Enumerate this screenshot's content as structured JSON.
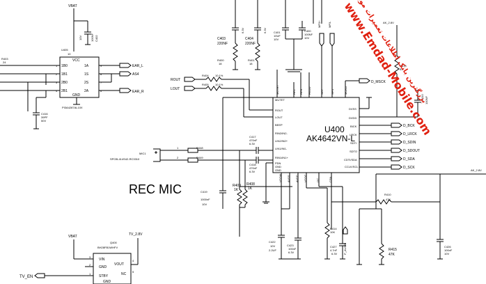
{
  "u405": {
    "power": "VBAT",
    "ref": "U405",
    "part": "PI3A4287AL10X",
    "vcc": "VCC",
    "gnd": "GND",
    "pin_vcc": "10",
    "left_pins": [
      {
        "num": "1",
        "name": "1B0"
      },
      {
        "num": "2",
        "name": "1B1"
      },
      {
        "num": "3",
        "name": "2B0"
      },
      {
        "num": "4",
        "name": "2B1"
      }
    ],
    "right_pins": [
      {
        "num": "9",
        "name": "1A"
      },
      {
        "num": "8",
        "name": "1S"
      },
      {
        "num": "7",
        "name": "2S"
      },
      {
        "num": "6",
        "name": "2A"
      }
    ],
    "outputs": [
      "EAR_L",
      "AS4",
      "EAR_R"
    ]
  },
  "r403": {
    "ref": "R403",
    "val": "24"
  },
  "c402": {
    "ref": "C402",
    "val": "100NF",
    "v": "10V"
  },
  "c416": {
    "ref": "C416",
    "val": "39PF",
    "v": "50V"
  },
  "c403": {
    "ref": "C403",
    "val": "220NF",
    "v": "6.3V"
  },
  "c404": {
    "ref": "C404",
    "val": "220NF",
    "v": "6.3V"
  },
  "r400": {
    "ref": "R400",
    "val": "18"
  },
  "r401": {
    "ref": "R401",
    "val": "18"
  },
  "c401": {
    "ref": "C401",
    "val": "10UF",
    "v": "10V"
  },
  "c400": {
    "ref": "C400",
    "val": "100NF",
    "v": "10V"
  },
  "mp_labels": [
    "MP3+",
    "MP3-"
  ],
  "r404": {
    "ref": "R404",
    "val": "10.1%"
  },
  "r405": {
    "ref": "R405",
    "val": "10.1%"
  },
  "rout": "ROUT",
  "lout": "LOUT",
  "u400": {
    "ref": "U400",
    "part": "AK4642VN-L",
    "top_pins": [
      "MUTET",
      "HPL",
      "HPR",
      "HVDD",
      "SPP",
      "SPN",
      "MCKO"
    ],
    "left_pins": [
      "ROUT",
      "LOUT",
      "BEEP",
      "RIN2/IN2-",
      "LIN2/IN2+",
      "LIN1/IN1-",
      "RIN1/IN1+",
      "PDN",
      "GND",
      "GND"
    ],
    "right_pins": [
      "DVSS",
      "DVDD",
      "BICK",
      "LRCK",
      "SDTI",
      "SDTO",
      "CDTI/SDA",
      "CCLK/SCL"
    ],
    "bottom_pins": [
      "VCOM",
      "AVSS",
      "AVDD",
      "VCOC",
      "I2C",
      "CSN"
    ]
  },
  "digital_nets": [
    "D_MSCK",
    "D_BCK",
    "D_LRCK",
    "D_SDIN",
    "D_SDOUT",
    "D_SDA",
    "D_SCK"
  ],
  "power_rails": [
    "AK_2.8V",
    "AK_2.8V"
  ],
  "r413": {
    "ref": "R413",
    "val": "51"
  },
  "c410": {
    "ref": "C410",
    "val": "100NF"
  },
  "mic1": {
    "ref": "MIC1",
    "part": "SPOB-414S42-RC3310"
  },
  "r448": "R448",
  "r449": "R449",
  "c417": {
    "ref": "C417",
    "val": "470nF",
    "v": "6.3V"
  },
  "c418": {
    "ref": "C418",
    "val": "470nF",
    "v": "6.3V"
  },
  "c419": {
    "ref": "C419",
    "val": "1000nF",
    "v": "10V"
  },
  "r409": {
    "ref": "R409",
    "val": "1K"
  },
  "r408": {
    "ref": "R408",
    "val": "1K"
  },
  "rec_mic": "REC MIC",
  "r410": {
    "ref": "R410",
    "val": "47K"
  },
  "r414": {
    "ref": "R414",
    "val": "10K"
  },
  "c422": {
    "ref": "C422",
    "val": "2.2UF",
    "v": "10V"
  },
  "c423": {
    "ref": "C423",
    "val": "100nF",
    "v": "6.3V"
  },
  "c427": {
    "ref": "C427",
    "val": "4.7nF",
    "v": "6.3V"
  },
  "p_audio": "P_AUDIE",
  "r415": {
    "ref": "R415",
    "val": "47K"
  },
  "c426": {
    "ref": "C426",
    "val": "100nF",
    "v": "10V"
  },
  "q400": {
    "power_in": "VBAT",
    "power_out": "TV_2.8V",
    "ref": "Q400",
    "part": "BH28FB1WHFV",
    "pins_left": [
      {
        "num": "3",
        "name": "VIN"
      },
      {
        "num": "2",
        "name": "GND"
      },
      {
        "num": "1",
        "name": "STBY"
      }
    ],
    "pins_right": [
      {
        "num": "4",
        "name": "VOUT"
      },
      {
        "num": "5",
        "name": "NC"
      }
    ],
    "gnd_bottom": "GND",
    "enable": "TV_EN"
  },
  "watermark": "www.Emdad-Mobile.com",
  "watermark_fa": "بزرگترین بانک اطلاعات تعمیرات موبایل",
  "colors": {
    "wire": "#000000",
    "watermark": "#e02010"
  }
}
